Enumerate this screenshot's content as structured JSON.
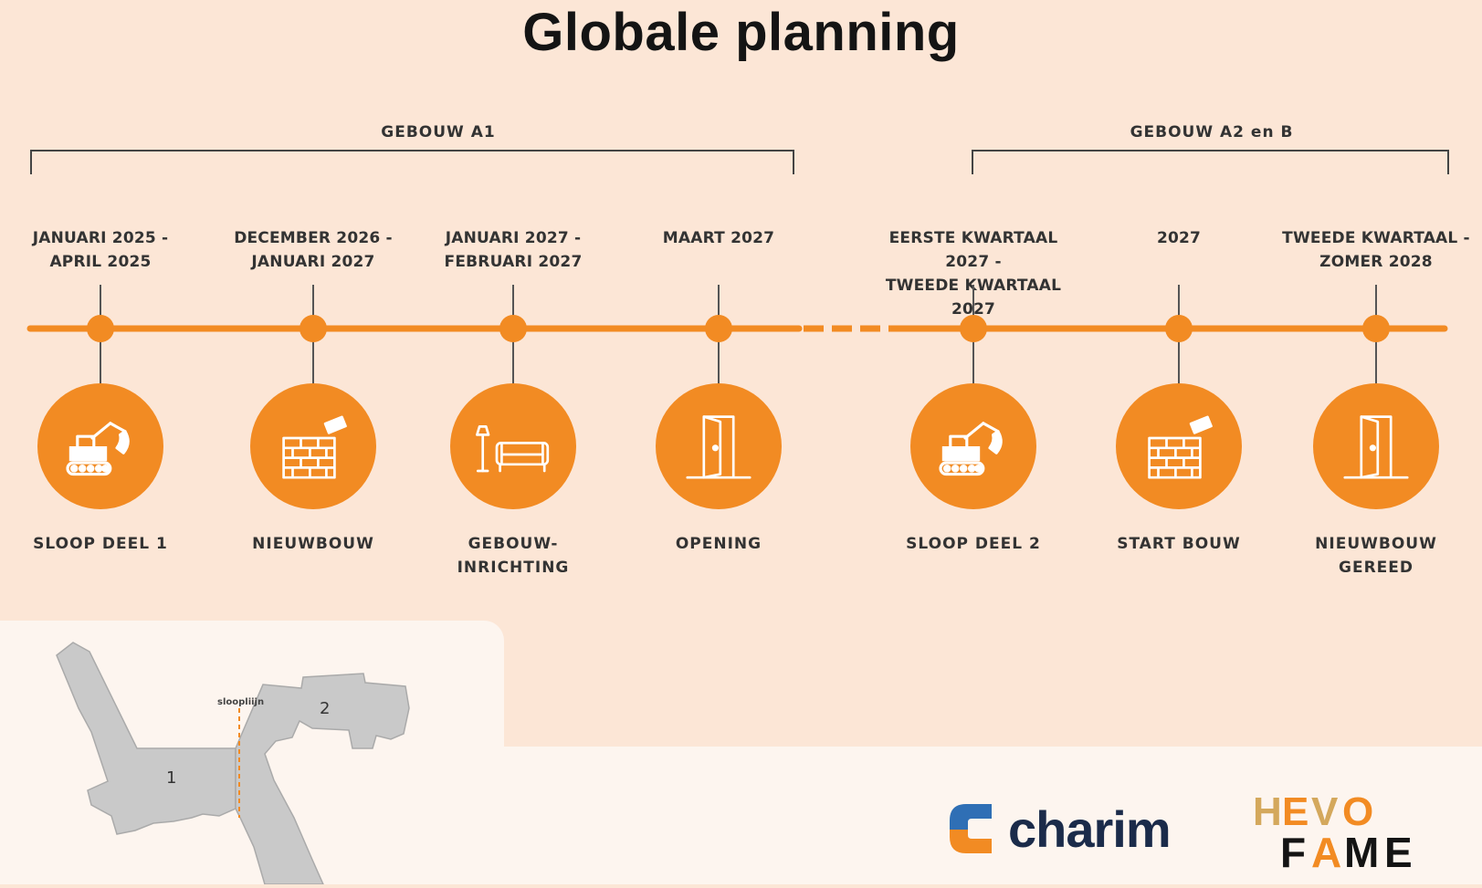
{
  "title": "Globale planning",
  "groups": [
    {
      "label": "GEBOUW A1"
    },
    {
      "label": "GEBOUW A2 en B"
    }
  ],
  "milestones": [
    {
      "date_line1": "JANUARI 2025 -",
      "date_line2": "APRIL 2025",
      "label_line1": "SLOOP DEEL 1",
      "label_line2": "",
      "icon": "excavator-icon"
    },
    {
      "date_line1": "DECEMBER 2026 -",
      "date_line2": "JANUARI 2027",
      "label_line1": "NIEUWBOUW",
      "label_line2": "",
      "icon": "brick-wall-icon"
    },
    {
      "date_line1": "JANUARI 2027 -",
      "date_line2": "FEBRUARI 2027",
      "label_line1": "GEBOUW-",
      "label_line2": "INRICHTING",
      "icon": "sofa-lamp-icon"
    },
    {
      "date_line1": "MAART 2027",
      "date_line2": "",
      "label_line1": "OPENING",
      "label_line2": "",
      "icon": "door-icon"
    },
    {
      "date_line1": "EERSTE KWARTAAL 2027 -",
      "date_line2": "TWEEDE KWARTAAL 2027",
      "label_line1": "SLOOP DEEL 2",
      "label_line2": "",
      "icon": "excavator-icon"
    },
    {
      "date_line1": "2027",
      "date_line2": "",
      "label_line1": "START BOUW",
      "label_line2": "",
      "icon": "brick-wall-icon"
    },
    {
      "date_line1": "TWEEDE KWARTAAL -",
      "date_line2": "ZOMER 2028",
      "label_line1": "NIEUWBOUW",
      "label_line2": "GEREED",
      "icon": "door-icon"
    }
  ],
  "map": {
    "demolition_line_label": "sloopliijn",
    "area_1": "1",
    "area_2": "2"
  },
  "logos": {
    "charim": "charim",
    "hevo_fame": "HEVO FAME"
  },
  "colors": {
    "accent": "#f28b23",
    "background": "#fce6d6",
    "text": "#333333"
  }
}
